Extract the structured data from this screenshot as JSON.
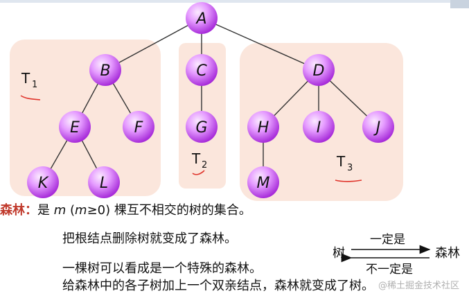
{
  "colors": {
    "group_bg": "#fbe6dc",
    "node_fill_center": "#f6d6ff",
    "node_fill_edge": "#b13be6",
    "edge": "#333333",
    "accent_red": "#c0392b",
    "underline_red": "#e0342b"
  },
  "nodes": [
    {
      "id": "A",
      "label": "A"
    },
    {
      "id": "B",
      "label": "B"
    },
    {
      "id": "C",
      "label": "C"
    },
    {
      "id": "D",
      "label": "D"
    },
    {
      "id": "E",
      "label": "E"
    },
    {
      "id": "F",
      "label": "F"
    },
    {
      "id": "G",
      "label": "G"
    },
    {
      "id": "H",
      "label": "H"
    },
    {
      "id": "I",
      "label": "I"
    },
    {
      "id": "J",
      "label": "J"
    },
    {
      "id": "K",
      "label": "K"
    },
    {
      "id": "L",
      "label": "L"
    },
    {
      "id": "M",
      "label": "M"
    }
  ],
  "edges": [
    [
      "A",
      "B"
    ],
    [
      "A",
      "C"
    ],
    [
      "A",
      "D"
    ],
    [
      "B",
      "E"
    ],
    [
      "B",
      "F"
    ],
    [
      "C",
      "G"
    ],
    [
      "D",
      "H"
    ],
    [
      "D",
      "I"
    ],
    [
      "D",
      "J"
    ],
    [
      "E",
      "K"
    ],
    [
      "E",
      "L"
    ],
    [
      "H",
      "M"
    ]
  ],
  "tree_labels": [
    {
      "id": "T1",
      "main": "T",
      "sub": "1"
    },
    {
      "id": "T2",
      "main": "T",
      "sub": "2"
    },
    {
      "id": "T3",
      "main": "T",
      "sub": "3"
    }
  ],
  "definition": {
    "term": "森林",
    "colon": "：",
    "prefix": "是 ",
    "m1": "m",
    "paren_open": " (",
    "m2": "m",
    "cond": "≥0)",
    "suffix": " 棵互不相交的树的集合。"
  },
  "notes": [
    "把根结点删除树就变成了森林。",
    "一棵树可以看成是一个特殊的森林。",
    "给森林中的各子树加上一个双亲结点，森林就变成了树。"
  ],
  "relation": {
    "left": "树",
    "right": "森林",
    "top": "一定是",
    "bottom": "不一定是"
  },
  "watermark": "@稀土掘金技术社区"
}
